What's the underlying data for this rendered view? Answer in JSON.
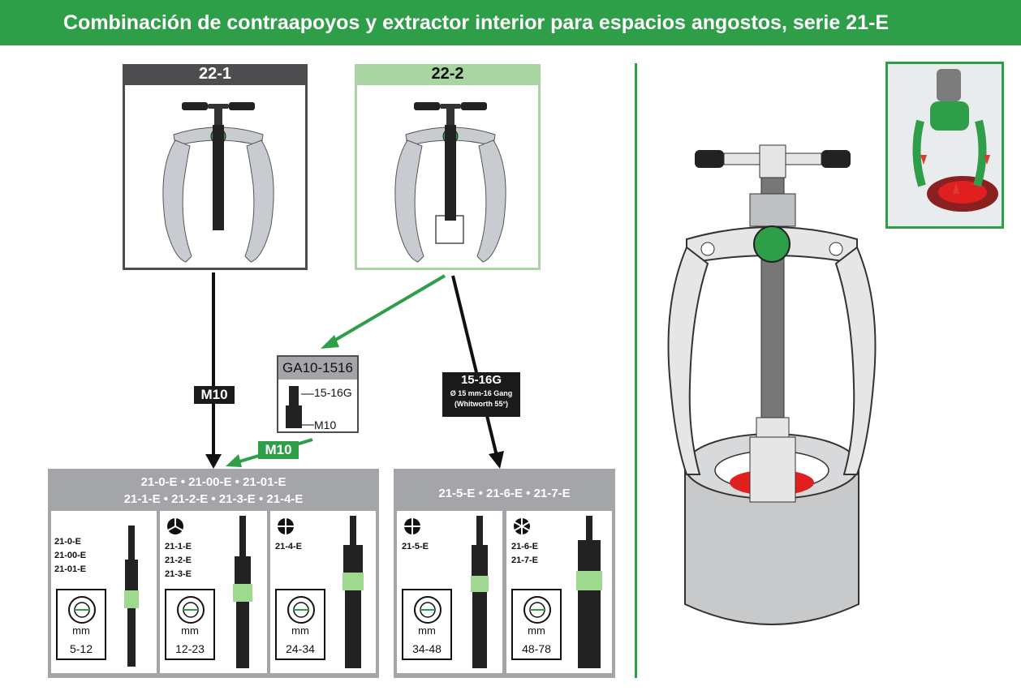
{
  "header": {
    "title": "Combinación de contraapoyos y extractor interior para espacios angostos, serie 21-E"
  },
  "pullers": [
    {
      "model": "22-1"
    },
    {
      "model": "22-2"
    }
  ],
  "adapter": {
    "model": "GA10-1516",
    "thread_top": "15-16G",
    "thread_bottom": "M10"
  },
  "connectors": {
    "m10_left": "M10",
    "m10_adapter": "M10",
    "g1516": {
      "title": "15-16G",
      "line1": "Ø 15 mm-16 Gang",
      "line2": "(Whitworth 55°)"
    }
  },
  "group_left": {
    "title_line1": "21-0-E • 21-00-E • 21-01-E",
    "title_line2": "21-1-E • 21-2-E • 21-3-E • 21-4-E",
    "cells": [
      {
        "names": [
          "21-0-E",
          "21-00-E",
          "21-01-E"
        ],
        "unit": "mm",
        "range": "5-12",
        "jaw_icon": "none"
      },
      {
        "names": [
          "21-1-E",
          "21-2-E",
          "21-3-E"
        ],
        "unit": "mm",
        "range": "12-23",
        "jaw_icon": "three-jaw-icon"
      },
      {
        "names": [
          "21-4-E"
        ],
        "unit": "mm",
        "range": "24-34",
        "jaw_icon": "four-jaw-icon"
      }
    ]
  },
  "group_right": {
    "title": "21-5-E • 21-6-E • 21-7-E",
    "cells": [
      {
        "names": [
          "21-5-E"
        ],
        "unit": "mm",
        "range": "34-48",
        "jaw_icon": "four-jaw-icon"
      },
      {
        "names": [
          "21-6-E",
          "21-7-E"
        ],
        "unit": "mm",
        "range": "48-78",
        "jaw_icon": "six-jaw-icon"
      }
    ]
  },
  "colors": {
    "brand_green": "#2e9e48",
    "light_green": "#a8d5a2",
    "dark_gray": "#4d4d4f",
    "section_gray": "#a3a5a8"
  }
}
